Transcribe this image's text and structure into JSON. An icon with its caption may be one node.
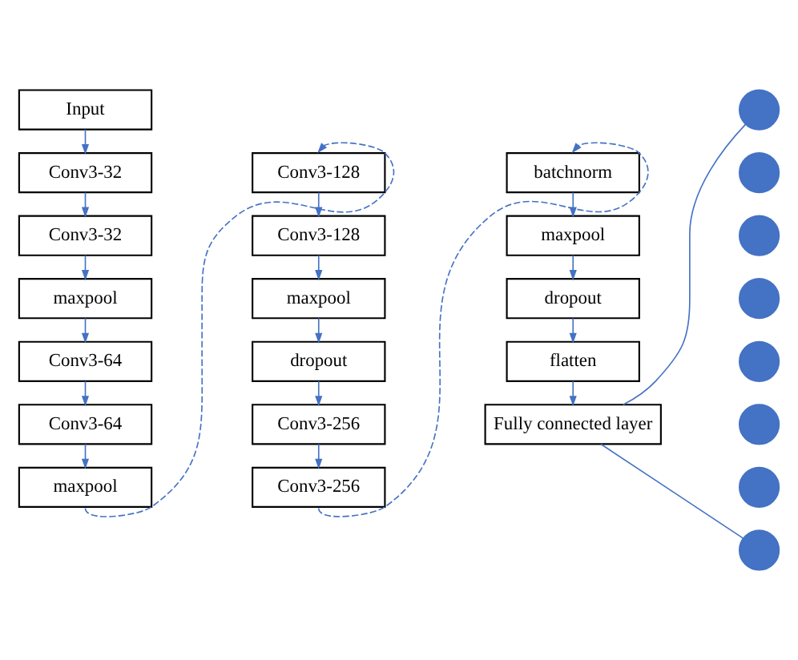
{
  "diagram": {
    "nodes": [
      {
        "text": [
          "Input"
        ]
      },
      {
        "text": [
          "Conv3-32"
        ]
      },
      {
        "text": [
          "Conv3-32"
        ]
      },
      {
        "text": [
          "maxpool"
        ]
      },
      {
        "text": [
          "Conv3-64"
        ]
      },
      {
        "text": [
          "Conv3-64"
        ]
      },
      {
        "text": [
          "maxpool"
        ]
      },
      {
        "text": [
          "Conv3-128"
        ]
      },
      {
        "text": [
          "Conv3-128"
        ]
      },
      {
        "text": [
          "maxpool"
        ]
      },
      {
        "text": [
          "dropout"
        ]
      },
      {
        "text": [
          "Conv3-256"
        ]
      },
      {
        "text": [
          "Conv3-256"
        ]
      },
      {
        "text": [
          "batchnorm"
        ]
      },
      {
        "text": [
          "maxpool"
        ]
      },
      {
        "text": [
          "dropout"
        ]
      },
      {
        "text": [
          "flatten"
        ]
      },
      {
        "text": [
          "Fully connected layer"
        ]
      },
      {
        "text": [],
        "shape": "circle"
      },
      {
        "text": [],
        "shape": "circle"
      },
      {
        "text": [],
        "shape": "circle"
      },
      {
        "text": [],
        "shape": "circle"
      },
      {
        "text": [],
        "shape": "circle"
      },
      {
        "text": [],
        "shape": "circle"
      },
      {
        "text": [],
        "shape": "circle"
      },
      {
        "text": [],
        "shape": "circle"
      }
    ],
    "edges": [
      {
        "from": 0,
        "to": 1,
        "arrow": "to"
      },
      {
        "from": 1,
        "to": 2,
        "arrow": "to"
      },
      {
        "from": 2,
        "to": 3,
        "arrow": "to"
      },
      {
        "from": 3,
        "to": 4,
        "arrow": "to"
      },
      {
        "from": 4,
        "to": 5,
        "arrow": "to"
      },
      {
        "from": 5,
        "to": 6,
        "arrow": "to"
      },
      {
        "from": 6,
        "to": 7,
        "arrow": "to",
        "style": "dashed"
      },
      {
        "from": 7,
        "to": 8,
        "arrow": "to"
      },
      {
        "from": 8,
        "to": 9,
        "arrow": "to"
      },
      {
        "from": 9,
        "to": 10,
        "arrow": "to"
      },
      {
        "from": 10,
        "to": 11,
        "arrow": "to"
      },
      {
        "from": 11,
        "to": 12,
        "arrow": "to"
      },
      {
        "from": 12,
        "to": 13,
        "arrow": "to",
        "style": "dashed"
      },
      {
        "from": 13,
        "to": 14,
        "arrow": "to"
      },
      {
        "from": 14,
        "to": 15,
        "arrow": "to"
      },
      {
        "from": 15,
        "to": 16,
        "arrow": "to"
      },
      {
        "from": 16,
        "to": 17,
        "arrow": "to"
      },
      {
        "from": 17,
        "to": 18,
        "arrow": "none"
      },
      {
        "from": 17,
        "to": 25,
        "arrow": "none"
      }
    ]
  }
}
